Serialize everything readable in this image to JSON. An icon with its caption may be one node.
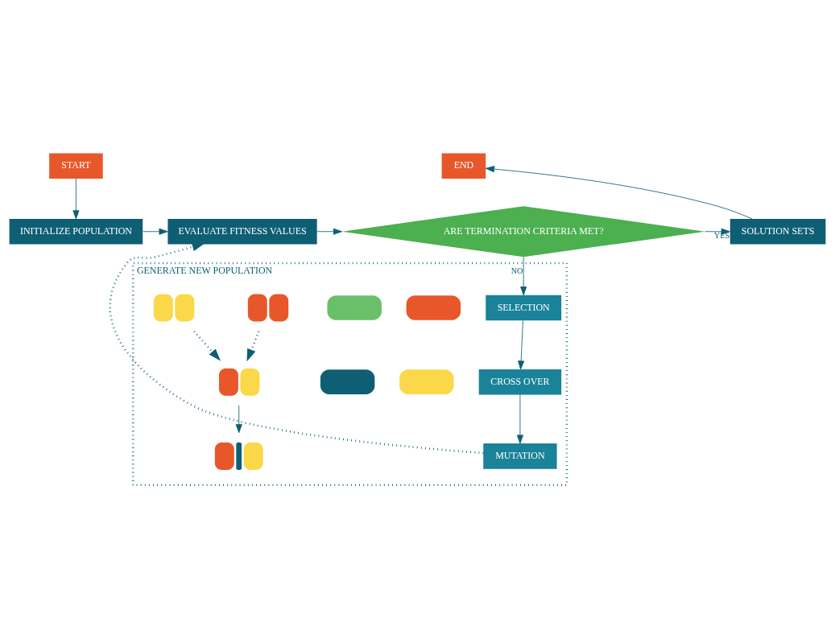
{
  "diagram": {
    "nodes": [
      {
        "text": [
          "START"
        ]
      },
      {
        "text": [
          "INITIALIZE POPULATION"
        ]
      },
      {
        "text": [
          "EVALUATE FITNESS VALUES"
        ]
      },
      {
        "text": [
          "ARE TERMINATION CRITERIA MET?"
        ]
      },
      {
        "text": [
          "SOLUTION SETS"
        ]
      },
      {
        "text": [
          "END"
        ]
      },
      {
        "text": [
          "GENERATE NEW POPULATION"
        ]
      },
      {
        "text": [
          "SELECTION"
        ],
        "in": 6
      },
      {
        "text": [
          "CROSS OVER"
        ],
        "in": 6
      },
      {
        "text": [
          "MUTATION"
        ],
        "in": 6
      },
      {
        "text": [],
        "shape": "box",
        "in": 6
      },
      {
        "text": [],
        "shape": "box",
        "in": 6
      },
      {
        "text": [],
        "shape": "box",
        "in": 6
      },
      {
        "text": [],
        "shape": "box",
        "in": 6
      },
      {
        "text": [],
        "shape": "picture",
        "in": 6
      },
      {
        "text": [],
        "shape": "picture",
        "in": 6
      },
      {
        "text": [],
        "shape": "picture",
        "in": 6
      },
      {
        "text": [],
        "shape": "picture",
        "in": 6
      }
    ],
    "edges": [
      {
        "from": 0,
        "to": 1,
        "arrow": "to"
      },
      {
        "from": 1,
        "to": 2,
        "arrow": "to"
      },
      {
        "from": 2,
        "to": 3,
        "arrow": "to"
      },
      {
        "from": 3,
        "to": 4,
        "arrow": "to",
        "label": "YES"
      },
      {
        "from": 4,
        "to": 5,
        "arrow": "to"
      },
      {
        "from": 3,
        "to": 7,
        "arrow": "to",
        "label": "NO"
      },
      {
        "from": 7,
        "to": 8,
        "arrow": "to"
      },
      {
        "from": 8,
        "to": 9,
        "arrow": "to"
      },
      {
        "from": 9,
        "to": 2,
        "arrow": "to",
        "style": "dashed"
      },
      {
        "from": 14,
        "to": 16,
        "arrow": "to",
        "style": "dashed"
      },
      {
        "from": 15,
        "to": 16,
        "arrow": "to",
        "style": "dashed"
      },
      {
        "from": 16,
        "to": 17,
        "arrow": "to"
      }
    ]
  }
}
